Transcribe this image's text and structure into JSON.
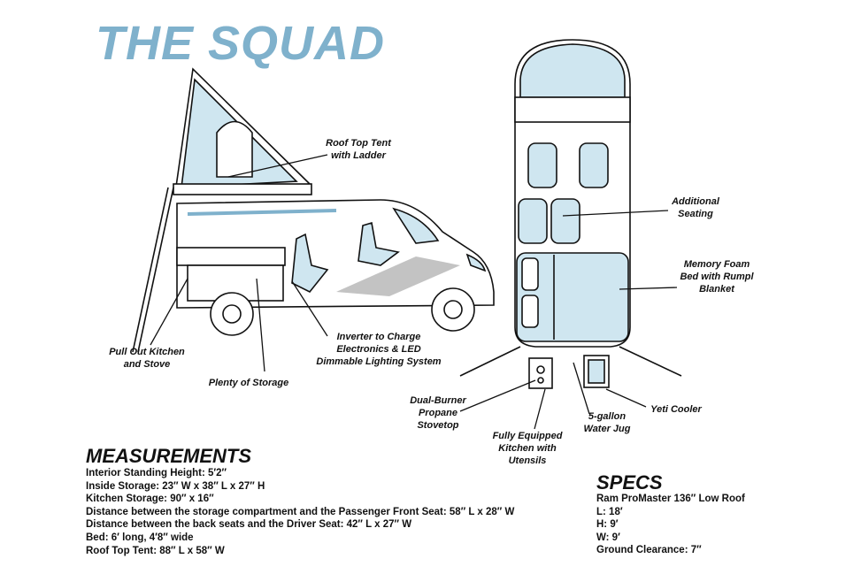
{
  "title": "THE SQUAD",
  "colors": {
    "accent": "#7fb1cc",
    "glass": "#cfe6f0",
    "ink": "#111111"
  },
  "callouts": {
    "roof_tent": [
      "Roof Top Tent",
      "with Ladder"
    ],
    "additional_seating": [
      "Additional",
      "Seating"
    ],
    "bed": [
      "Memory Foam",
      "Bed with Rumpl",
      "Blanket"
    ],
    "kitchen": [
      "Pull Out Kitchen",
      "and Stove"
    ],
    "inverter": [
      "Inverter to Charge",
      "Electronics & LED",
      "Dimmable Lighting System"
    ],
    "storage": [
      "Plenty of Storage"
    ],
    "stovetop": [
      "Dual-Burner",
      "Propane",
      "Stovetop"
    ],
    "utensils": [
      "Fully Equipped",
      "Kitchen with",
      "Utensils"
    ],
    "water": [
      "5-gallon",
      "Water Jug"
    ],
    "cooler": [
      "Yeti Cooler"
    ]
  },
  "measurements": {
    "heading": "MEASUREMENTS",
    "lines": [
      "Interior Standing Height: 5′2″",
      "Inside Storage: 23″ W x 38″ L x 27″ H",
      "Kitchen Storage: 90″ x 16″",
      "Distance between the storage compartment and the Passenger Front Seat: 58″ L x 28″ W",
      "Distance between the back seats and the Driver Seat: 42″ L x 27″ W",
      "Bed: 6′ long, 4′8″ wide",
      "Roof Top Tent: 88″ L x 58″ W"
    ]
  },
  "specs": {
    "heading": "SPECS",
    "lines": [
      "Ram ProMaster 136″ Low Roof",
      "L: 18′",
      "H: 9′",
      "W: 9′",
      "Ground Clearance: 7″"
    ]
  }
}
